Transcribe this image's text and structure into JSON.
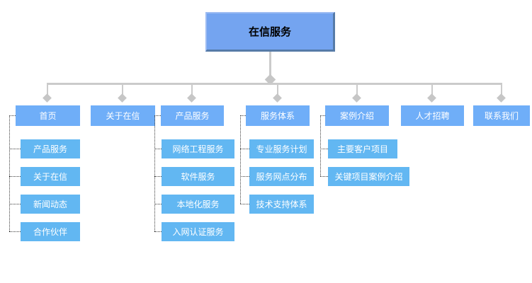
{
  "root": {
    "label": "在信服务"
  },
  "columns": [
    {
      "label": "首页",
      "children": [
        "产品服务",
        "关于在信",
        "新闻动态",
        "合作伙伴"
      ]
    },
    {
      "label": "关于在信",
      "children": []
    },
    {
      "label": "产品服务",
      "children": [
        "网络工程服务",
        "软件服务",
        "本地化服务",
        "入网认证服务"
      ]
    },
    {
      "label": "服务体系",
      "children": [
        "专业服务计划",
        "服务网点分布",
        "技术支持体系"
      ]
    },
    {
      "label": "案例介绍",
      "children": [
        "主要客户项目",
        "关键项目案例介绍"
      ]
    },
    {
      "label": "人才招聘",
      "children": []
    },
    {
      "label": "联系我们",
      "children": []
    }
  ],
  "colors": {
    "root_fill": "#74A4F0",
    "root_border_dark": "#567BA8",
    "root_border_light": "#9DBCF2",
    "level1_fill": "#6FAEF8",
    "level2_fill": "#62B7F2",
    "connector_gray": "#CBCBCB",
    "arrow_gray": "#C6C6C6",
    "dotted_black": "#3c3c3c",
    "node_text": "#ffffff",
    "root_text": "#000000"
  }
}
